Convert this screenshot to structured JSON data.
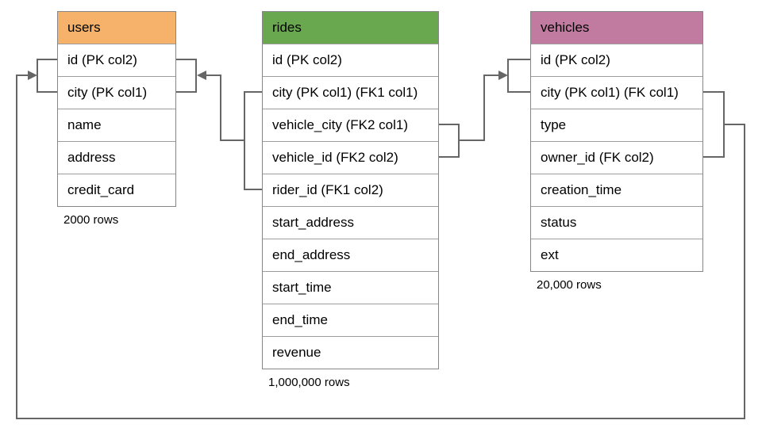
{
  "colors": {
    "users_header": "#F6B26B",
    "rides_header": "#6AA84F",
    "vehicles_header": "#C27BA0",
    "connector": "#666666",
    "table_border": "#868686"
  },
  "tables": {
    "users": {
      "name": "users",
      "columns": [
        "id (PK col2)",
        "city (PK col1)",
        "name",
        "address",
        "credit_card"
      ],
      "row_count": "2000 rows"
    },
    "rides": {
      "name": "rides",
      "columns": [
        "id (PK col2)",
        "city (PK col1) (FK1 col1)",
        "vehicle_city (FK2 col1)",
        "vehicle_id (FK2 col2)",
        "rider_id (FK1 col2)",
        "start_address",
        "end_address",
        "start_time",
        "end_time",
        "revenue"
      ],
      "row_count": "1,000,000 rows"
    },
    "vehicles": {
      "name": "vehicles",
      "columns": [
        "id (PK col2)",
        "city (PK col1) (FK col1)",
        "type",
        "owner_id (FK col2)",
        "creation_time",
        "status",
        "ext"
      ],
      "row_count": "20,000 rows"
    }
  },
  "relationships": [
    {
      "name": "FK1",
      "from": "rides (city, rider_id)",
      "to": "users (id, city)"
    },
    {
      "name": "FK2",
      "from": "rides (vehicle_city, vehicle_id)",
      "to": "vehicles (id, city)"
    },
    {
      "name": "FK",
      "from": "vehicles (city, owner_id)",
      "to": "users (id, city)"
    }
  ]
}
